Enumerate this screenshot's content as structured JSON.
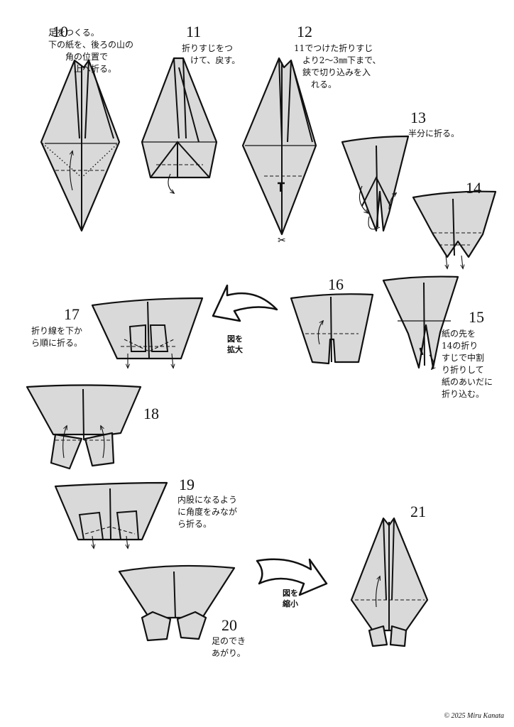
{
  "steps": [
    {
      "number": "10",
      "text": "足をつくる。\n下の紙を、後ろの山の\n　　角の位置で\n　　　上へ折る。"
    },
    {
      "number": "11",
      "text": "折りすじをつ\n　けて、戻す。"
    },
    {
      "number": "12",
      "text": "11でつけた折りすじ\n　より2〜3㎜下まで、\n　鋏で切り込みを入\n　　れる。"
    },
    {
      "number": "13",
      "text": "半分に折る。"
    },
    {
      "number": "14",
      "text": ""
    },
    {
      "number": "15",
      "text": "紙の先を\n14の折り\nすじで中割\nり折りして\n紙のあいだに\n折り込む。"
    },
    {
      "number": "16",
      "text": ""
    },
    {
      "number": "17",
      "text": "折り線を下か\nら順に折る。"
    },
    {
      "number": "18",
      "text": ""
    },
    {
      "number": "19",
      "text": "内股になるよう\nに角度をみなが\nら折る。"
    },
    {
      "number": "20",
      "text": "足のでき\nあがり。"
    },
    {
      "number": "21",
      "text": ""
    }
  ],
  "arrows": {
    "enlarge": "図を\n拡大",
    "shrink": "図を\n縮小"
  },
  "icons": {
    "scissors": "✂"
  },
  "copyright": "© 2025 Miru Kanata",
  "colors": {
    "paper": "#d9d9d9",
    "ink": "#111111"
  }
}
